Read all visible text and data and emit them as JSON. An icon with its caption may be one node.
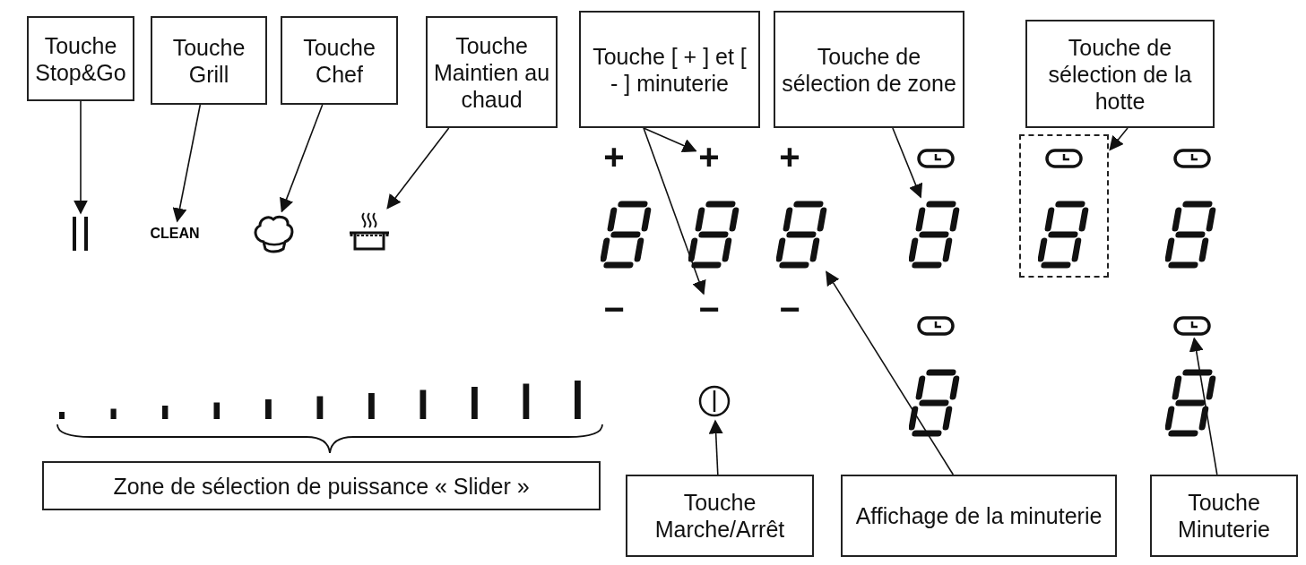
{
  "diagram": {
    "nodes": [
      {
        "text": [
          "Touche Stop&Go"
        ]
      },
      {
        "text": [
          "Touche Grill"
        ]
      },
      {
        "text": [
          "Touche Chef"
        ]
      },
      {
        "text": [
          "Touche Maintien au chaud"
        ]
      },
      {
        "text": [
          "Touche [ + ] et [ - ] minuterie"
        ]
      },
      {
        "text": [
          "Touche de sélection de zone"
        ]
      },
      {
        "text": [
          "Touche de sélection de la hotte"
        ]
      },
      {
        "text": [
          "Zone de sélection de puissance « Slider »"
        ]
      },
      {
        "text": [
          "Touche Marche/Arrêt"
        ]
      },
      {
        "text": [
          "Affichage de la minuterie"
        ]
      },
      {
        "text": [
          "Touche Minuterie"
        ]
      },
      {
        "text": [],
        "shape": "icon"
      },
      {
        "text": [
          "CLEAN"
        ]
      },
      {
        "text": [],
        "shape": "icon"
      },
      {
        "text": [],
        "shape": "icon"
      },
      {
        "text": [
          "+"
        ]
      },
      {
        "text": [
          "−"
        ]
      },
      {
        "text": [],
        "shape": "display"
      },
      {
        "text": [],
        "shape": "display"
      },
      {
        "text": [],
        "shape": "box"
      },
      {
        "text": [],
        "shape": "icon"
      },
      {
        "text": [],
        "shape": "icon"
      }
    ],
    "edges": [
      {
        "from": 0,
        "to": 11,
        "arrow": "to"
      },
      {
        "from": 1,
        "to": 12,
        "arrow": "to"
      },
      {
        "from": 2,
        "to": 13,
        "arrow": "to"
      },
      {
        "from": 3,
        "to": 14,
        "arrow": "to"
      },
      {
        "from": 4,
        "to": 15,
        "arrow": "to"
      },
      {
        "from": 4,
        "to": 16,
        "arrow": "to"
      },
      {
        "from": 5,
        "to": 18,
        "arrow": "to"
      },
      {
        "from": 6,
        "to": 19,
        "arrow": "to"
      },
      {
        "from": 8,
        "to": 20,
        "arrow": "to"
      },
      {
        "from": 9,
        "to": 17,
        "arrow": "to"
      },
      {
        "from": 10,
        "to": 21,
        "arrow": "to"
      }
    ],
    "labels": [
      "+",
      "+",
      "−",
      "−"
    ]
  }
}
